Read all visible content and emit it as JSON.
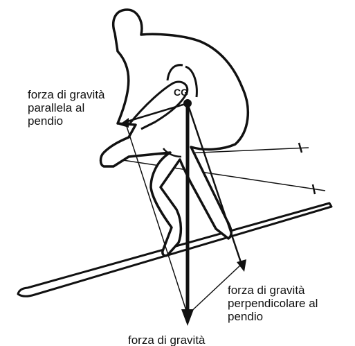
{
  "labels": {
    "parallel": [
      "forza di gravità",
      "parallela al",
      "pendio"
    ],
    "perpendicular": [
      "forza di gravità",
      "perpendicolare al",
      "pendio"
    ],
    "gravity": "forza di gravità"
  },
  "figure": {
    "center_of_gravity_mark": "CG",
    "icons": [
      "skier-figure",
      "ski",
      "ski-pole",
      "force-arrow"
    ]
  },
  "colors": {
    "ink": "#111111",
    "background": "#ffffff"
  }
}
